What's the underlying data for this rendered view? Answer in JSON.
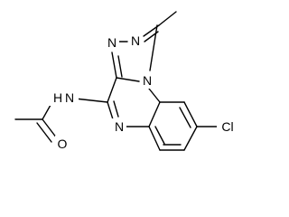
{
  "molecule": {
    "atoms": {
      "n_triazole_top": "N",
      "n_triazole_left": "N",
      "n_bridgehead": "N",
      "n_amide": "N",
      "h_amide": "H",
      "n_pyrazine": "N",
      "o_carbonyl": "O",
      "cl": "Cl"
    }
  }
}
